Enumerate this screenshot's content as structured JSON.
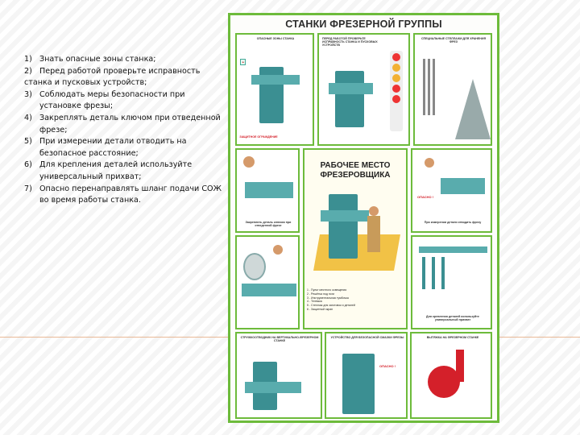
{
  "list": [
    {
      "num": "1)",
      "text": "Знать опасные зоны станка;"
    },
    {
      "num": "2)",
      "text": "Перед работой проверьте исправность"
    },
    {
      "num": "",
      "text": "станка и пусковых устройств;"
    },
    {
      "num": "3)",
      "text": " Соблюдать меры безопасности при установке фрезы;"
    },
    {
      "num": "4)",
      "text": " Закреплять деталь ключом при отведенной фрезе;"
    },
    {
      "num": "5)",
      "text": "При измерении детали отводить на безопасное расстояние;"
    },
    {
      "num": "6)",
      "text": "Для крепления деталей используйте универсальный прихват;"
    },
    {
      "num": "7)",
      "text": "Опасно перенаправлять шланг подачи СОЖ во время работы станка."
    }
  ],
  "poster": {
    "title": "СТАНКИ ФРЕЗЕРНОЙ ГРУППЫ",
    "center_title_1": "РАБОЧЕЕ МЕСТО",
    "center_title_2": "ФРЕЗЕРОВЩИКА",
    "panels": {
      "danger_zones": "ОПАСНЫЕ ЗОНЫ СТАНКА",
      "check": "ПЕРЕД РАБОТОЙ ПРОВЕРЬТЕ ИСПРАВНОСТЬ СТАНКА И ПУСКОВЫХ УСТРОЙСТВ",
      "racks": "СПЕЦИАЛЬНЫЕ СТЕЛЛАЖИ ДЛЯ ХРАНЕНИЯ ФРЕЗ",
      "guard": "ЗАЩИТНОЕ ОГРАЖДЕНИЕ",
      "fix_part": "Закреплять деталь ключом при отведенной фрезе",
      "measure": "При измерении детали отводить фрезу",
      "warn": "ОПАСНО !",
      "clamp": "Для крепления деталей используйте универсальный прихват",
      "chips": "СТРУЖКООТВОДНИК НА ВЕРТИКАЛЬНО-ФРЕЗЕРНОМ СТАНКЕ",
      "device": "УСТРОЙСТВО ДЛЯ БЕЗОПАСНОЙ СМАЗКИ ФРЕЗЫ",
      "extract": "ВЫТЯЖКА НА ФРЕЗЕРНОМ СТАНКЕ"
    },
    "legend": [
      "1 - Пульт местного освещения",
      "2 - Решётка под ноги",
      "3 - Инструментальная тумбочка",
      "4 - Тележка",
      "5 - Стеллаж для заготовок и деталей",
      "6 - Защитный экран"
    ],
    "colors": {
      "border": "#6dbb3b",
      "machine": "#3b8f92",
      "warning": "#d4202a",
      "floor": "#f1c246"
    }
  }
}
